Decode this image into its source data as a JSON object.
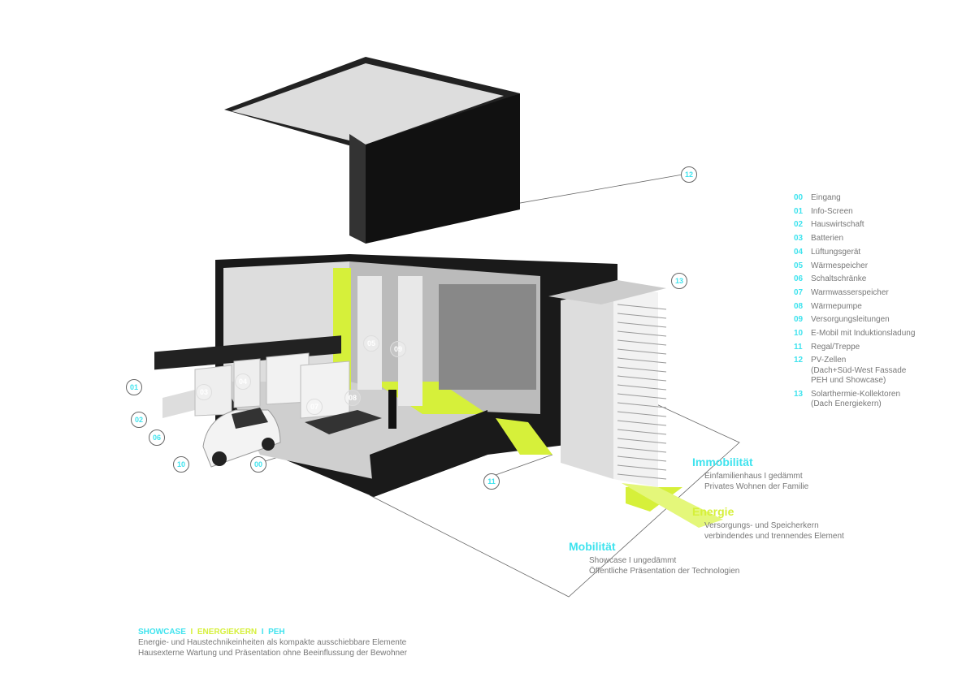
{
  "legend": [
    {
      "num": "00",
      "label": "Eingang"
    },
    {
      "num": "01",
      "label": "Info-Screen"
    },
    {
      "num": "02",
      "label": "Hauswirtschaft"
    },
    {
      "num": "03",
      "label": "Batterien"
    },
    {
      "num": "04",
      "label": "Lüftungsgerät"
    },
    {
      "num": "05",
      "label": "Wärmespeicher"
    },
    {
      "num": "06",
      "label": "Schaltschränke"
    },
    {
      "num": "07",
      "label": "Warmwasserspeicher"
    },
    {
      "num": "08",
      "label": "Wärmepumpe"
    },
    {
      "num": "09",
      "label": "Versorgungsleitungen"
    },
    {
      "num": "10",
      "label": "E-Mobil mit Induktionsladung"
    },
    {
      "num": "11",
      "label": "Regal/Treppe"
    },
    {
      "num": "12",
      "label": "PV-Zellen\n(Dach+Süd-West Fassade\nPEH und Showcase)"
    },
    {
      "num": "13",
      "label": "Solarthermie-Kollektoren\n(Dach Energiekern)"
    }
  ],
  "callouts": [
    "12",
    "13",
    "01",
    "02",
    "06",
    "10",
    "00",
    "11",
    "03",
    "04",
    "05",
    "09",
    "07",
    "08"
  ],
  "zones": {
    "immobilitaet": {
      "title": "Immobilität",
      "line1": "Einfamilienhaus  I  gedämmt",
      "line2": "Privates Wohnen der Familie"
    },
    "energie": {
      "title": "Energie",
      "line1": "Versorgungs- und Speicherkern",
      "line2": "verbindendes und trennendes Element"
    },
    "mobilitaet": {
      "title": "Mobilität",
      "line1": "Showcase  I  ungedämmt",
      "line2": "Öffentliche Präsentation der Technologien"
    }
  },
  "footer": {
    "showcase": "SHOWCASE",
    "sep1": "  I  ",
    "energiekern": "ENERGIEKERN",
    "sep2": "  I  ",
    "peh": "PEH",
    "line1": "Energie- und Haustechnikeinheiten als kompakte ausschiebbare Elemente",
    "line2": "Hausexterne Wartung und Präsentation ohne Beeinflussung der Bewohner"
  },
  "colors": {
    "cyan": "#3fe3ee",
    "lime": "#d6f03a",
    "dark": "#1a1a1a"
  }
}
